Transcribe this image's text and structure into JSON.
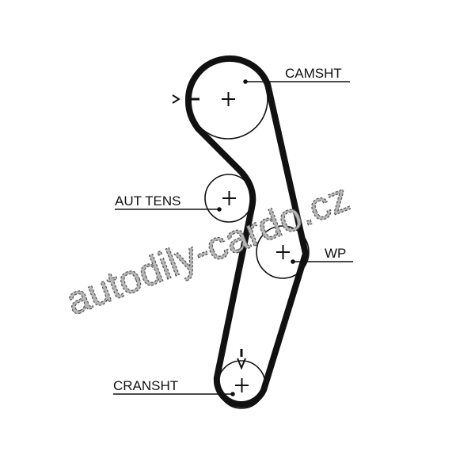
{
  "diagram": {
    "labels": {
      "camshaft": "CAMSHT",
      "tensioner": "AUT TENS",
      "water_pump": "WP",
      "crankshaft": "CRANSHT"
    },
    "watermark": "autodily-cardo.cz",
    "colors": {
      "belt": "#111111",
      "watermark": "#b5b5b5"
    }
  }
}
